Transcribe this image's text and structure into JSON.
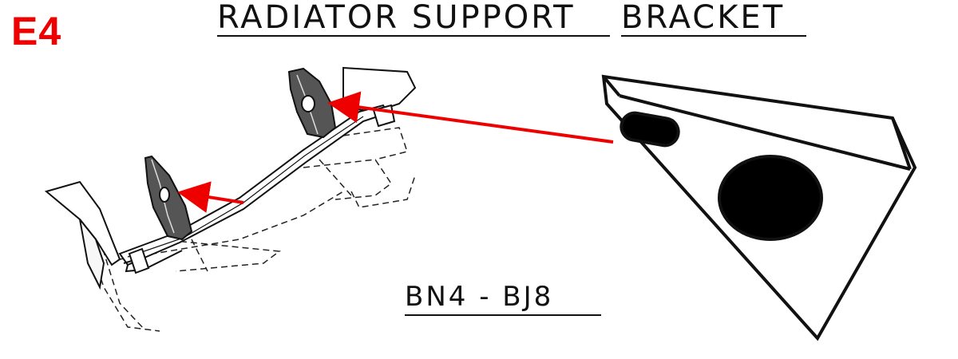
{
  "figure_code": "E4",
  "title_part1": "RADIATOR SUPPORT",
  "title_part2": "BRACKET",
  "model_range": "BN4 - BJ8",
  "colors": {
    "code_text": "#ee0000",
    "arrow": "#ee0000",
    "ink": "#111111",
    "background": "#ffffff"
  }
}
